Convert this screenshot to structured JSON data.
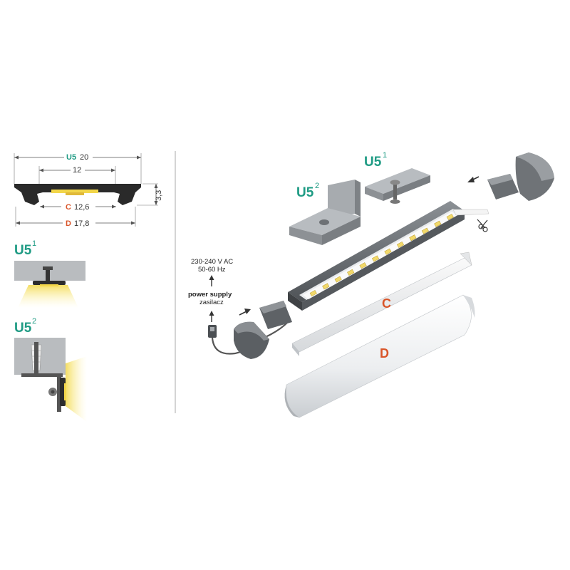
{
  "profile": {
    "name": "U5",
    "width": "20",
    "inner_width": "12",
    "height": "3,3",
    "cover_c_code": "C",
    "cover_c_width": "12,6",
    "cover_d_code": "D",
    "cover_d_width": "17,8"
  },
  "mounts": {
    "u5_1": {
      "base": "U5",
      "sup": "1"
    },
    "u5_2": {
      "base": "U5",
      "sup": "2"
    }
  },
  "power": {
    "voltage": "230-240 V AC",
    "frequency": "50-60 Hz",
    "label_en": "power supply",
    "label_pl": "zasilacz"
  },
  "exploded": {
    "u5_1": {
      "base": "U5",
      "sup": "1"
    },
    "u5_2": {
      "base": "U5",
      "sup": "2"
    },
    "cover_c": "C",
    "cover_d": "D"
  },
  "colors": {
    "teal": "#1f9b84",
    "orange": "#d9552a",
    "profile": "#2a2a2a",
    "light": "#f5e27a"
  }
}
